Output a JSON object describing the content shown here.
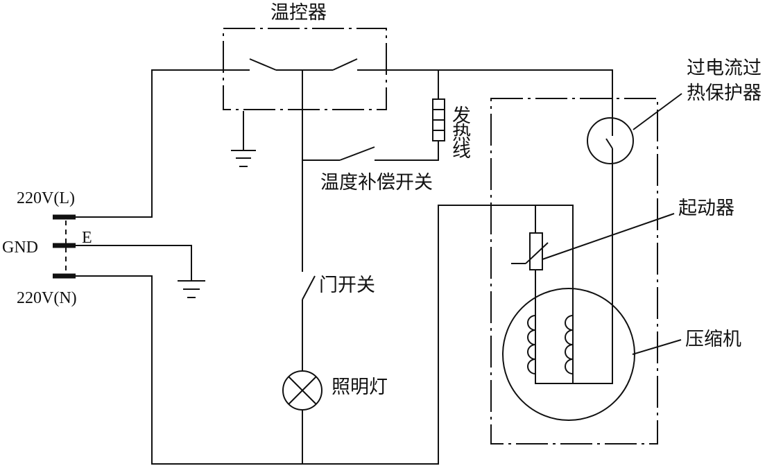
{
  "labels": {
    "thermostat": "温控器",
    "heating_wire": [
      "发",
      "热",
      "线"
    ],
    "temp_comp_switch": "温度补偿开关",
    "door_switch": "门开关",
    "lamp": "照明灯",
    "overload_protector": [
      "过电流过",
      "热保护器"
    ],
    "starter": "起动器",
    "compressor": "压缩机",
    "live": "220V(L)",
    "ground": "GND",
    "earth": "E",
    "neutral": "220V(N)"
  }
}
